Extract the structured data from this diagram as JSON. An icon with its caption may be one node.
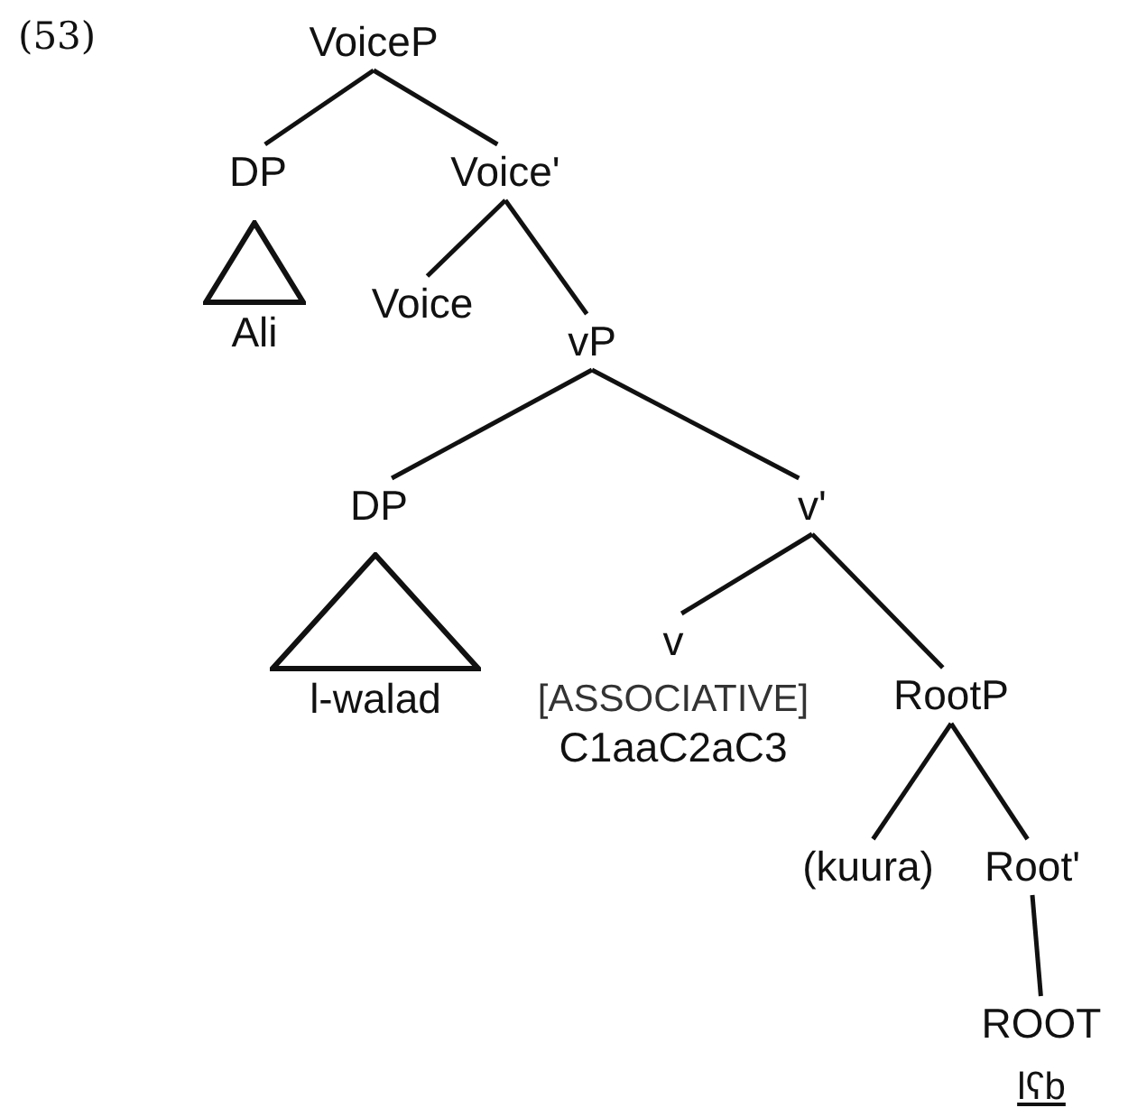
{
  "diagram": {
    "nodes": [
      {
        "text": [
          "VoiceP"
        ]
      },
      {
        "text": [
          "DP"
        ]
      },
      {
        "text": [
          "Voice'"
        ]
      },
      {
        "text": [],
        "shape": "triangle",
        "beside": [
          "Ali"
        ]
      },
      {
        "text": [
          "Voice"
        ]
      },
      {
        "text": [
          "vP"
        ]
      },
      {
        "text": [
          "DP"
        ]
      },
      {
        "text": [
          "v'"
        ]
      },
      {
        "text": [],
        "shape": "triangle",
        "beside": [
          "l-walad"
        ]
      },
      {
        "text": [
          "v",
          "[ASSOCIATIVE]",
          "C1aaC2aC3"
        ]
      },
      {
        "text": [
          "RootP"
        ]
      },
      {
        "text": [
          "(kuura)"
        ]
      },
      {
        "text": [
          "Root'"
        ]
      },
      {
        "text": [
          "ROOT",
          "lʕb"
        ]
      }
    ],
    "edges": [
      {
        "from": 0,
        "to": 1,
        "arrow": "none"
      },
      {
        "from": 0,
        "to": 2,
        "arrow": "none"
      },
      {
        "from": 2,
        "to": 4,
        "arrow": "none"
      },
      {
        "from": 2,
        "to": 5,
        "arrow": "none"
      },
      {
        "from": 5,
        "to": 6,
        "arrow": "none"
      },
      {
        "from": 5,
        "to": 7,
        "arrow": "none"
      },
      {
        "from": 7,
        "to": 9,
        "arrow": "none"
      },
      {
        "from": 7,
        "to": 10,
        "arrow": "none"
      },
      {
        "from": 10,
        "to": 11,
        "arrow": "none"
      },
      {
        "from": 10,
        "to": 12,
        "arrow": "none"
      },
      {
        "from": 12,
        "to": 13,
        "arrow": "none"
      }
    ],
    "labels": [
      "(53)"
    ]
  }
}
